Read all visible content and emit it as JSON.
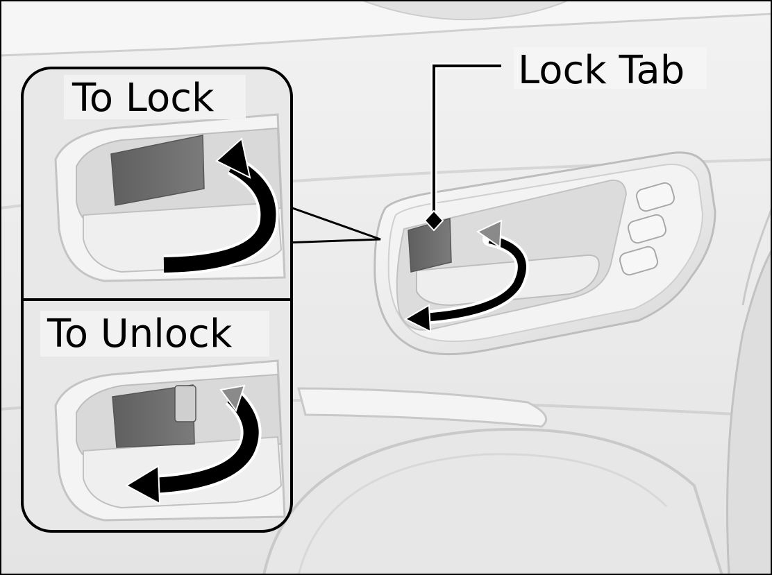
{
  "labels": {
    "lock_tab": "Lock Tab",
    "to_lock": "To Lock",
    "to_unlock": "To Unlock"
  },
  "colors": {
    "panel": "#e9e9e9",
    "panel_shade": "#dcdcdc",
    "handle_tab": "#6c6c6c",
    "arrow": "#000000",
    "line": "#000000"
  }
}
